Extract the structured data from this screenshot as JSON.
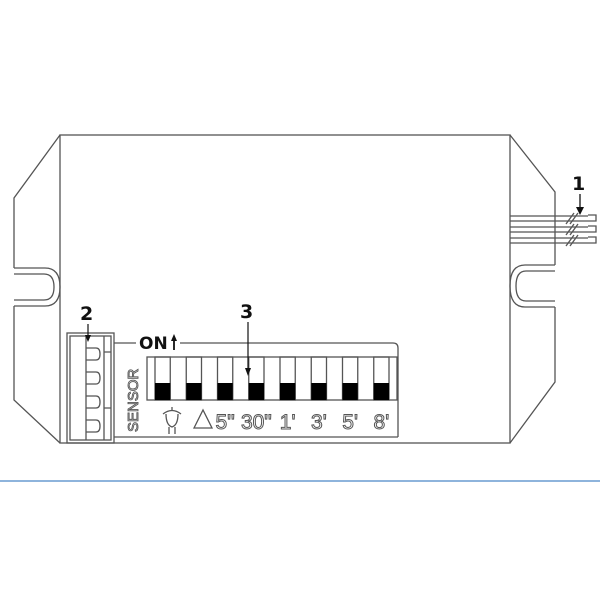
{
  "callouts": {
    "wires": "1",
    "sensor_terminal": "2",
    "dip_switch": "3"
  },
  "dip_panel": {
    "on_label": "ON",
    "sensor_label": "SENSOR",
    "switch_count": 8,
    "switch_states": [
      "off",
      "off",
      "off",
      "off",
      "off",
      "off",
      "off",
      "off"
    ],
    "labels": [
      "",
      "△",
      "5\"",
      "30\"",
      "1'",
      "3'",
      "5'",
      "8'"
    ],
    "label_icons": [
      "person-icon",
      "triangle-icon"
    ]
  },
  "colors": {
    "line": "#555555",
    "divider": "#4a86c8"
  }
}
